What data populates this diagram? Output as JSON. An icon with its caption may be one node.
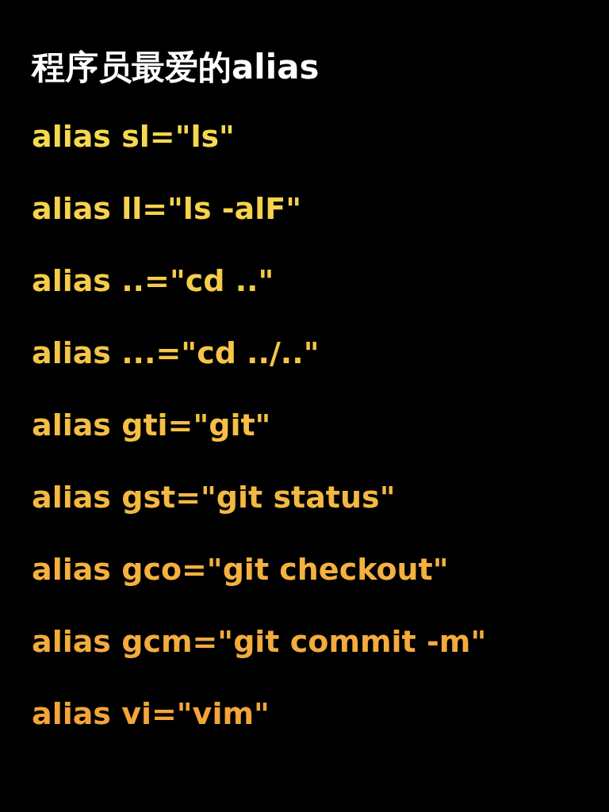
{
  "diagram": {
    "title": "程序员最爱的alias",
    "labels": [
      "alias sl=\"ls\"",
      "alias ll=\"ls -alF\"",
      "alias ..=\"cd ..\"",
      "alias ...=\"cd ../..\"",
      "alias gti=\"git\"",
      "alias gst=\"git status\"",
      "alias gco=\"git checkout\"",
      "alias gcm=\"git commit -m\"",
      "alias vi=\"vim\""
    ]
  }
}
